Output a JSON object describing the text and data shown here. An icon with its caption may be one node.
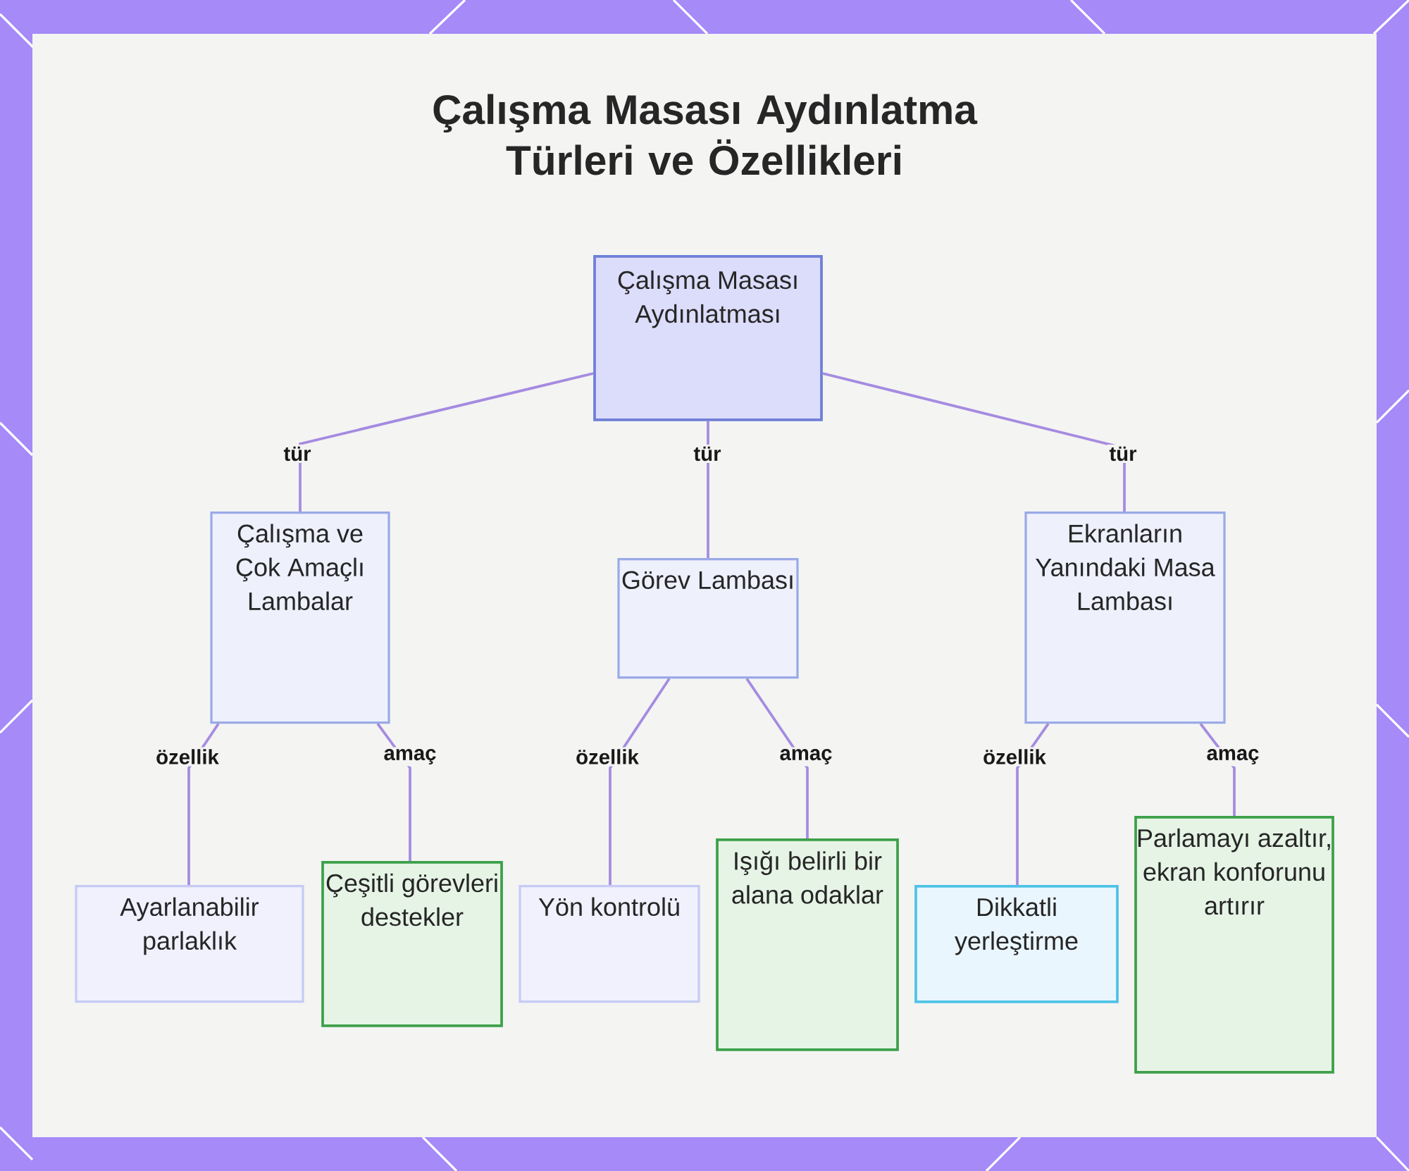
{
  "diagram": {
    "title": "Çalışma Masası Aydınlatma Türleri ve Özellikleri",
    "nodes": [
      {
        "text": [
          "Çalışma Masası Aydınlatması"
        ]
      },
      {
        "text": [
          "Çalışma ve Çok Amaçlı Lambalar"
        ]
      },
      {
        "text": [
          "Görev Lambası"
        ]
      },
      {
        "text": [
          "Ekranların Yanındaki Masa Lambası"
        ]
      },
      {
        "text": [
          "Ayarlanabilir parlaklık"
        ]
      },
      {
        "text": [
          "Çeşitli görevleri destekler"
        ]
      },
      {
        "text": [
          "Yön kontrolü"
        ]
      },
      {
        "text": [
          "Işığı belirli bir alana odaklar"
        ]
      },
      {
        "text": [
          "Dikkatli yerleştirme"
        ]
      },
      {
        "text": [
          "Parlamayı azaltır, ekran konforunu artırır"
        ]
      }
    ],
    "edges": [
      {
        "from": 0,
        "to": 1,
        "arrow": "none",
        "label": "tür"
      },
      {
        "from": 0,
        "to": 2,
        "arrow": "none",
        "label": "tür"
      },
      {
        "from": 0,
        "to": 3,
        "arrow": "none",
        "label": "tür"
      },
      {
        "from": 1,
        "to": 4,
        "arrow": "none",
        "label": "özellik"
      },
      {
        "from": 1,
        "to": 5,
        "arrow": "none",
        "label": "amaç"
      },
      {
        "from": 2,
        "to": 6,
        "arrow": "none",
        "label": "özellik"
      },
      {
        "from": 2,
        "to": 7,
        "arrow": "none",
        "label": "amaç"
      },
      {
        "from": 3,
        "to": 8,
        "arrow": "none",
        "label": "özellik"
      },
      {
        "from": 3,
        "to": 9,
        "arrow": "none",
        "label": "amaç"
      }
    ]
  }
}
